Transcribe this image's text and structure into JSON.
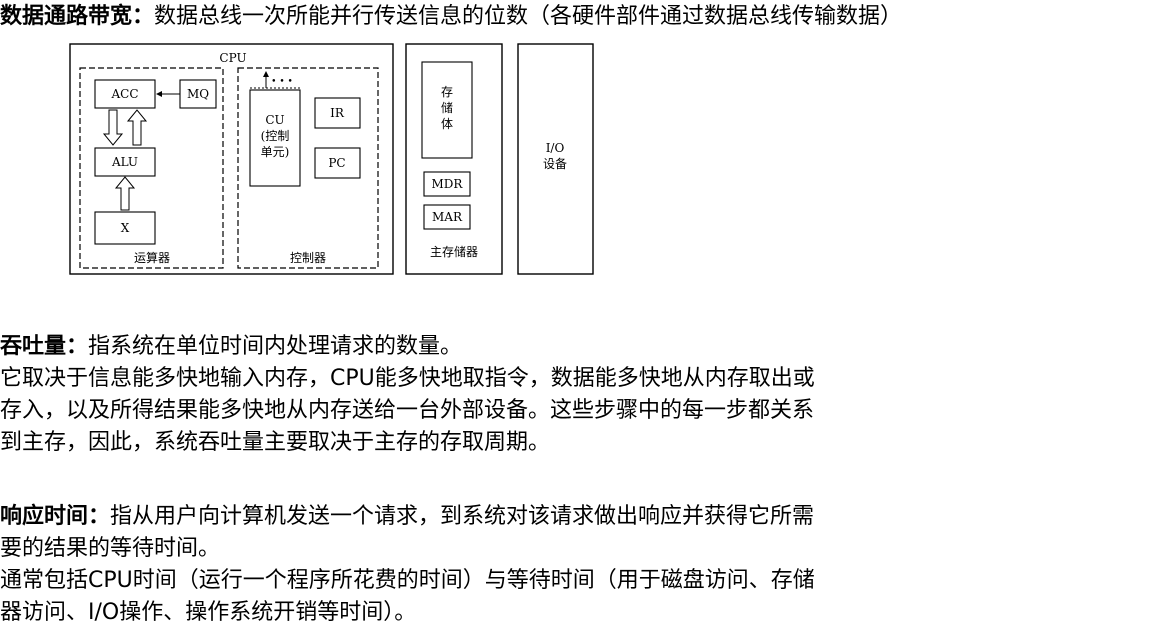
{
  "section_bandwidth": {
    "term": "数据通路带宽",
    "colon": "：",
    "definition": "数据总线一次所能并行传送信息的位数（各硬件部件通过数据总线传输数据）"
  },
  "diagram": {
    "cpu_label": "CPU",
    "alu_group_label": "运算器",
    "control_group_label": "控制器",
    "memory_group_label": "主存储器",
    "acc": "ACC",
    "mq": "MQ",
    "alu": "ALU",
    "x": "X",
    "cu_line1": "CU",
    "cu_line2": "(控制",
    "cu_line3": "单元)",
    "cu_dots": "• • •",
    "ir": "IR",
    "pc": "PC",
    "storage_line1": "存",
    "storage_line2": "储",
    "storage_line3": "体",
    "mdr": "MDR",
    "mar": "MAR",
    "io_line1": "I/O",
    "io_line2": "设备"
  },
  "section_throughput": {
    "term": "吞吐量",
    "colon": "：",
    "definition": "指系统在单位时间内处理请求的数量。",
    "para_line1": "它取决于信息能多快地输入内存，CPU能多快地取指令，数据能多快地从内存取出或",
    "para_line2": "存入，以及所得结果能多快地从内存送给一台外部设备。这些步骤中的每一步都关系",
    "para_line3": "到主存，因此，系统吞吐量主要取决于主存的存取周期。"
  },
  "section_response": {
    "term": "响应时间",
    "colon": "：",
    "definition_line1": "指从用户向计算机发送一个请求，到系统对该请求做出响应并获得它所需",
    "definition_line2": "要的结果的等待时间。",
    "para_line1": "通常包括CPU时间（运行一个程序所花费的时间）与等待时间（用于磁盘访问、存储",
    "para_line2": "器访问、I/O操作、操作系统开销等时间）。"
  }
}
